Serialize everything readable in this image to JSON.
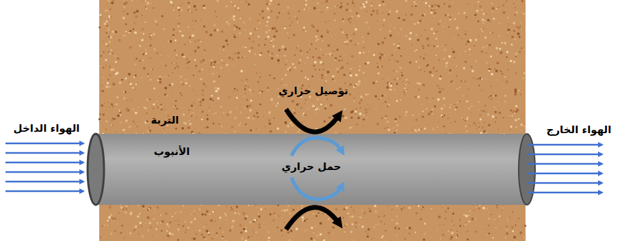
{
  "diagram": {
    "nodes": [
      {
        "text": [
          "التربة",
          "توصيل حراري"
        ]
      },
      {
        "text": [
          "الأنبوب",
          "حمل حراري"
        ],
        "in": 0
      }
    ],
    "labels": [
      "الهواء الداخل",
      "الهواء الخارج"
    ]
  }
}
